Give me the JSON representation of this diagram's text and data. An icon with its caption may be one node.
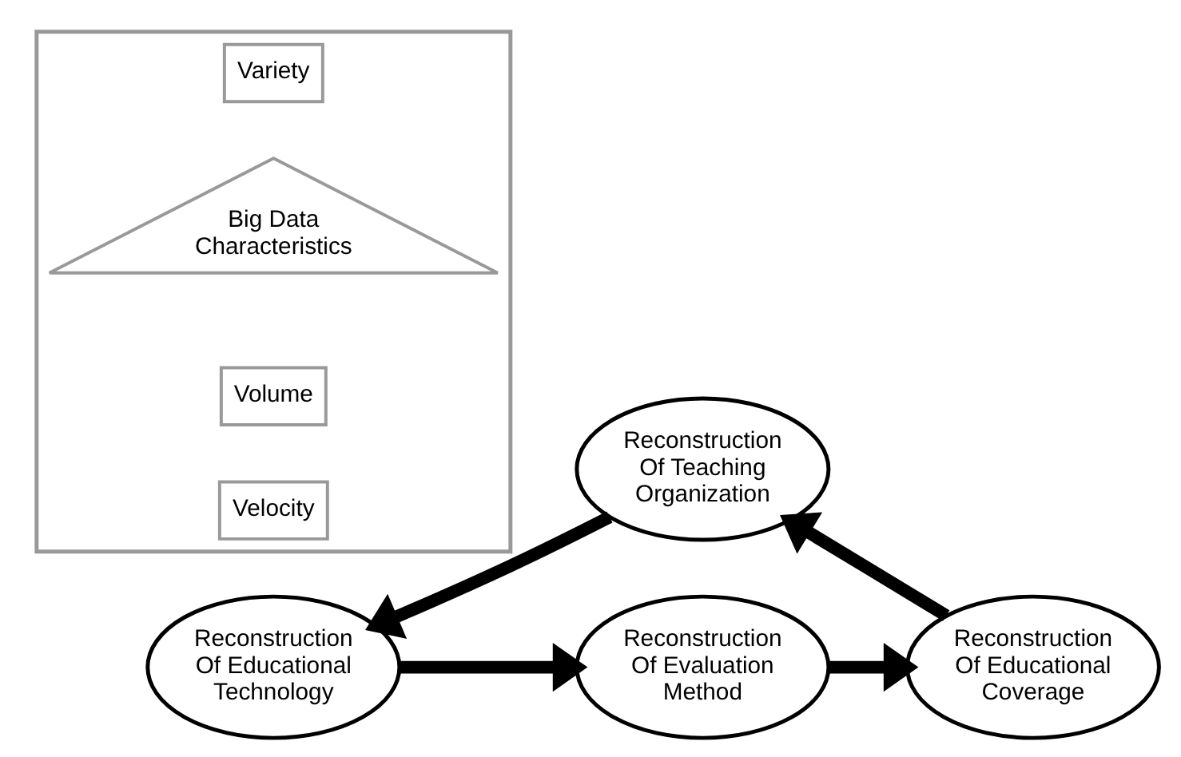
{
  "diagram": {
    "nodes": [
      {
        "text": [
          "Reconstruction Of Teaching Organization"
        ]
      },
      {
        "text": [
          "Reconstruction Of Educational Technology"
        ]
      },
      {
        "text": [
          "Reconstruction Of Evaluation Method"
        ]
      },
      {
        "text": [
          "Reconstruction Of Educational Coverage"
        ]
      },
      {
        "text": [],
        "shape": "triangle"
      },
      {
        "text": [
          "Variety"
        ],
        "in": 4
      },
      {
        "text": [
          "Big Data Characteristics"
        ],
        "in": 4
      },
      {
        "text": [
          "Volume"
        ],
        "in": 4
      },
      {
        "text": [
          "Velocity"
        ],
        "in": 4
      }
    ],
    "edges": [
      {
        "from": 0,
        "to": 1,
        "arrow": "to"
      },
      {
        "from": 1,
        "to": 2,
        "arrow": "to"
      },
      {
        "from": 2,
        "to": 3,
        "arrow": "to"
      },
      {
        "from": 3,
        "to": 0,
        "arrow": "to"
      }
    ]
  }
}
